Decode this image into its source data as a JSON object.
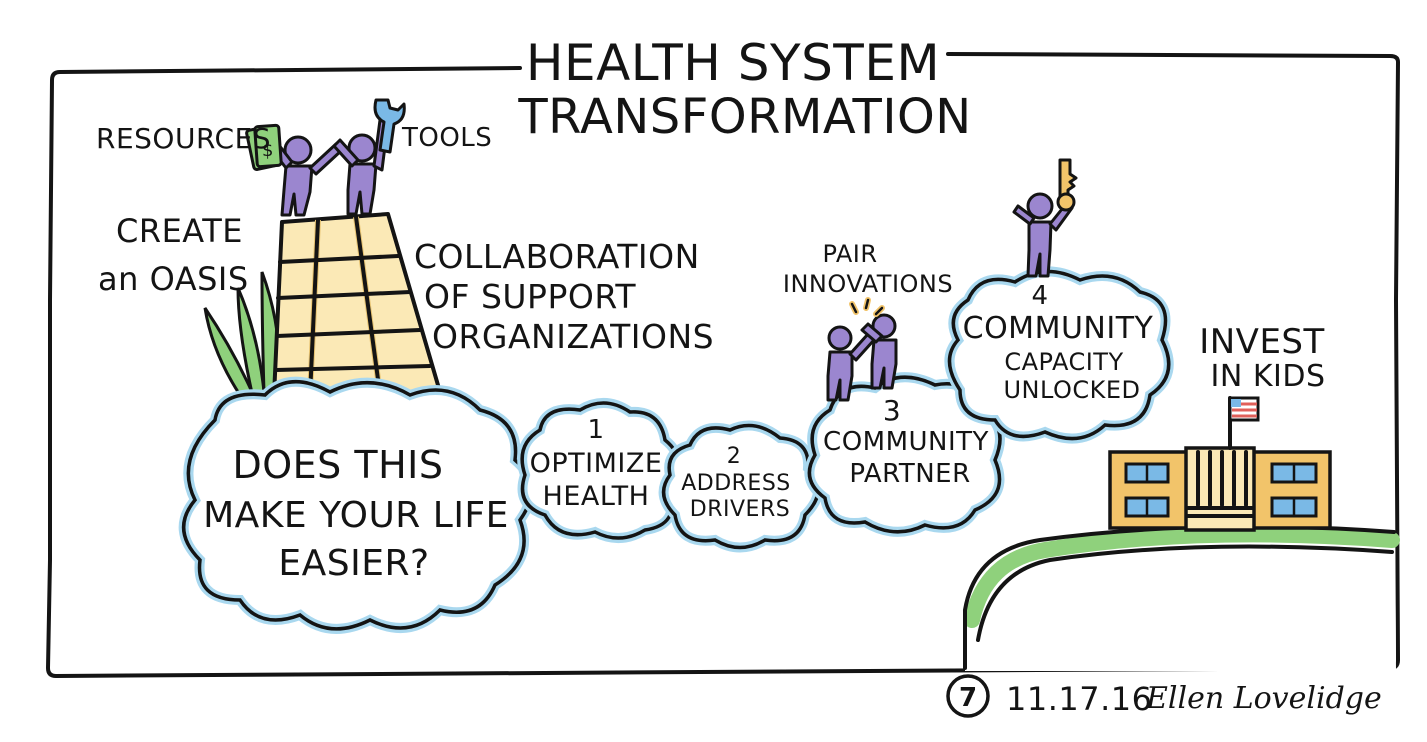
{
  "title": {
    "line1": "HEALTH SYSTEM",
    "line2": "TRANSFORMATION"
  },
  "labels": {
    "resources": "RESOURCES",
    "tools": "TOOLS",
    "create_oasis_line1": "CREATE",
    "create_oasis_line2": "an OASIS",
    "collab_line1": "COLLABORATION",
    "collab_line2": "OF SUPPORT",
    "collab_line3": "ORGANIZATIONS",
    "pair_line1": "PAIR",
    "pair_line2": "INNOVATIONS",
    "invest_line1": "INVEST",
    "invest_line2": "IN KIDS"
  },
  "clouds": {
    "main": {
      "line1": "DOES THIS",
      "line2": "MAKE YOUR LIFE",
      "line3": "EASIER?"
    },
    "step1": {
      "number": "1",
      "line1": "OPTIMIZE",
      "line2": "HEALTH"
    },
    "step2": {
      "number": "2",
      "line1": "ADDRESS",
      "line2": "DRIVERS"
    },
    "step3": {
      "number": "3",
      "line1": "COMMUNITY",
      "line2": "PARTNER"
    },
    "step4": {
      "number": "4",
      "line1": "COMMUNITY",
      "line2": "CAPACITY",
      "line3": "UNLOCKED"
    }
  },
  "footer": {
    "page_number": "7",
    "date": "11.17.16",
    "signature": "Ellen Lovelidge"
  },
  "colors": {
    "ink": "#141414",
    "cloud_outline": "#a9d8ef",
    "figure": "#9b86cf",
    "tower_fill": "#fbe9b6",
    "tower_edge": "#e8c472",
    "grass": "#8fd17c",
    "school": "#f2c46a",
    "window": "#7ab9e6",
    "flag_red": "#e0605a"
  }
}
